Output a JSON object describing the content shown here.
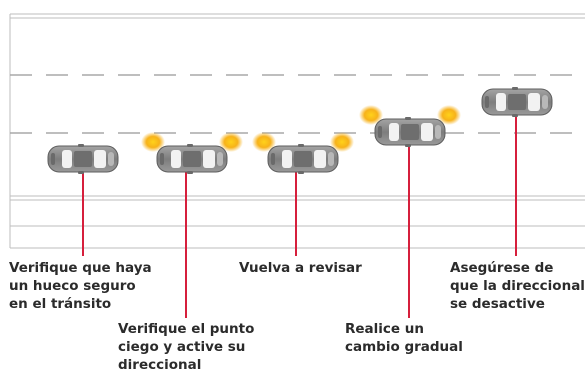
{
  "colors": {
    "road_line": "#b3b3b3",
    "lane_dash": "#9a9a9a",
    "car_body": "#8a8a8a",
    "car_window": "#ffffff",
    "signal_glow": "#f7b21a",
    "pointer": "#d61f3c",
    "text": "#2b2b2b"
  },
  "steps": [
    {
      "label": "Verifique que haya\nun hueco seguro\nen el tránsito",
      "signals": "none"
    },
    {
      "label": "Verifique el punto\nciego y active su\ndireccional",
      "signals": "left"
    },
    {
      "label": "Vuelva a revisar",
      "signals": "left"
    },
    {
      "label": "Realice un\ncambio gradual",
      "signals": "left"
    },
    {
      "label": "Asegúrese de\nque la direccional\nse desactive",
      "signals": "none"
    }
  ]
}
